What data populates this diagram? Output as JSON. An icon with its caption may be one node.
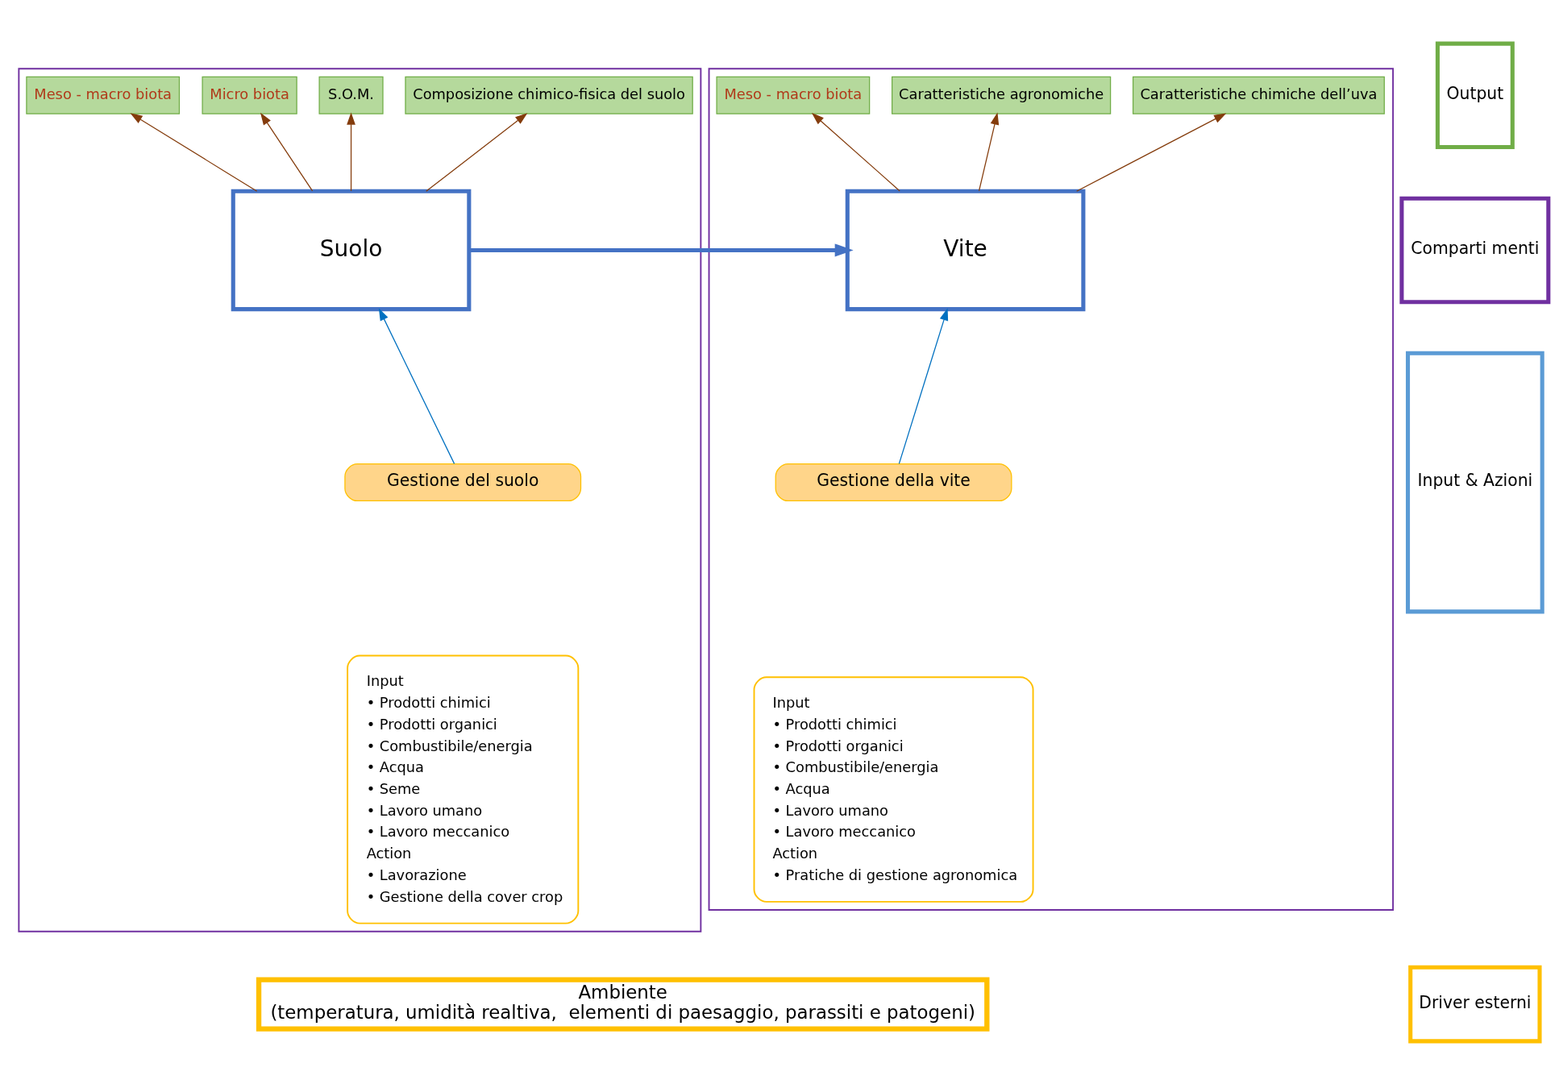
{
  "diagram": {
    "nodes": [
      {
        "text": [],
        "shape": "box"
      },
      {
        "text": [],
        "shape": "box"
      },
      {
        "text": [
          "Meso - macro biota"
        ],
        "in": 0
      },
      {
        "text": [
          "Micro biota"
        ],
        "in": 0
      },
      {
        "text": [
          "S.O.M."
        ],
        "in": 0
      },
      {
        "text": [
          "Composizione chimico-fisica del suolo"
        ],
        "in": 0
      },
      {
        "text": [
          "Suolo"
        ],
        "in": 0
      },
      {
        "text": [
          "Gestione del suolo"
        ],
        "in": 0
      },
      {
        "text": [
          "Input",
          "• Prodotti chimici",
          "• Prodotti organici",
          "• Combustibile/energia",
          "• Acqua",
          "• Seme",
          "• Lavoro umano",
          "• Lavoro meccanico",
          "Action",
          "• Lavorazione",
          "• Gestione della cover crop"
        ],
        "in": 0
      },
      {
        "text": [
          "Meso - macro biota"
        ],
        "in": 1
      },
      {
        "text": [
          "Caratteristiche agronomiche"
        ],
        "in": 1
      },
      {
        "text": [
          "Caratteristiche chimiche dell’uva"
        ],
        "in": 1
      },
      {
        "text": [
          "Vite"
        ],
        "in": 1
      },
      {
        "text": [
          "Gestione della vite"
        ],
        "in": 1
      },
      {
        "text": [
          "Input",
          "• Prodotti chimici",
          "• Prodotti organici",
          "• Combustibile/energia",
          "• Acqua",
          "• Lavoro umano",
          "• Lavoro meccanico",
          "Action",
          "• Pratiche di gestione agronomica"
        ],
        "in": 1
      },
      {
        "text": [
          "Ambiente",
          "(temperatura, umidità realtiva,  elementi di paesaggio, parassiti e patogeni)"
        ]
      },
      {
        "text": [
          "Output"
        ]
      },
      {
        "text": [
          "Comparti menti"
        ]
      },
      {
        "text": [
          "Input & Azioni"
        ]
      },
      {
        "text": [
          "Driver esterni"
        ]
      }
    ],
    "edges": [
      {
        "from": 6,
        "to": 2,
        "arrow": "to"
      },
      {
        "from": 6,
        "to": 3,
        "arrow": "to"
      },
      {
        "from": 6,
        "to": 4,
        "arrow": "to"
      },
      {
        "from": 6,
        "to": 5,
        "arrow": "to"
      },
      {
        "from": 6,
        "to": 12,
        "arrow": "to",
        "style": "thick",
        "color": "#4472c4"
      },
      {
        "from": 7,
        "to": 6,
        "arrow": "to",
        "color": "#0070c0"
      },
      {
        "from": 12,
        "to": 9,
        "arrow": "to"
      },
      {
        "from": 12,
        "to": 10,
        "arrow": "to"
      },
      {
        "from": 12,
        "to": 11,
        "arrow": "to"
      },
      {
        "from": 13,
        "to": 12,
        "arrow": "to",
        "color": "#0070c0"
      }
    ]
  }
}
